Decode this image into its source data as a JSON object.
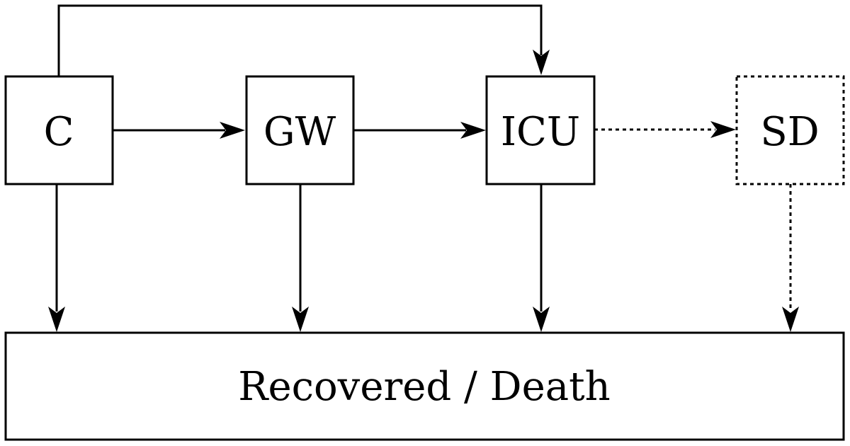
{
  "diagram": {
    "nodes": {
      "c": {
        "label": "C",
        "style": "solid"
      },
      "gw": {
        "label": "GW",
        "style": "solid"
      },
      "icu": {
        "label": "ICU",
        "style": "solid"
      },
      "sd": {
        "label": "SD",
        "style": "dashed"
      },
      "outcome": {
        "label": "Recovered / Death",
        "style": "solid"
      }
    },
    "edges": [
      {
        "from": "C",
        "to": "GW",
        "style": "solid"
      },
      {
        "from": "GW",
        "to": "ICU",
        "style": "solid"
      },
      {
        "from": "ICU",
        "to": "SD",
        "style": "dashed"
      },
      {
        "from": "C",
        "to": "ICU",
        "style": "solid"
      },
      {
        "from": "C",
        "to": "Recovered / Death",
        "style": "solid"
      },
      {
        "from": "GW",
        "to": "Recovered / Death",
        "style": "solid"
      },
      {
        "from": "ICU",
        "to": "Recovered / Death",
        "style": "solid"
      },
      {
        "from": "SD",
        "to": "Recovered / Death",
        "style": "dashed"
      }
    ],
    "colors": {
      "stroke": "#000000",
      "fill": "#ffffff"
    }
  }
}
